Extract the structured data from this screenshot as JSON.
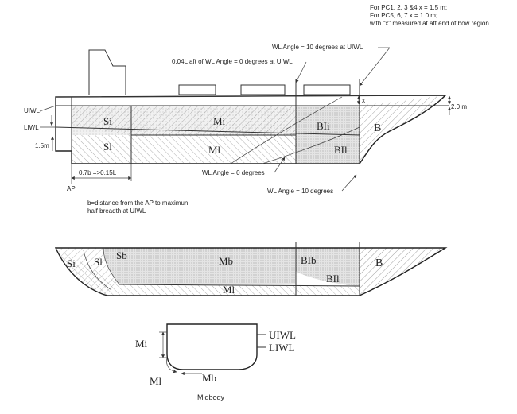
{
  "top_notes": {
    "line1": "For PC1, 2, 3 &4   x = 1.5 m;",
    "line2": "For PC5, 6, 7   x = 1.0 m;",
    "line3": "with \"x\" measured at aft end of bow region"
  },
  "profile": {
    "wl_angle_10_uiwl": "WL Angle = 10 degrees at UIWL",
    "aft_of_wl0": "0.04L aft of WL Angle = 0 degrees at UIWL",
    "uiwl": "UIWL",
    "liwl": "LIWL",
    "dim_1_5m": "1.5m",
    "dim_2m": "2.0 m",
    "x": "x",
    "ap": "AP",
    "dim_07b": "0.7b =>0.15L",
    "b_def_1": "b=distance from the AP to maximun",
    "b_def_2": "half breadth at UIWL",
    "wl_angle_0": "WL Angle = 0 degrees",
    "wl_angle_10": "WL Angle = 10 degrees",
    "regions": {
      "si": "Si",
      "sl": "Sl",
      "mi": "Mi",
      "ml": "Ml",
      "bli": "BIi",
      "bll": "BIl",
      "b": "B"
    }
  },
  "plan": {
    "regions": {
      "si": "Si",
      "sl": "Sl",
      "sb": "Sb",
      "mb": "Mb",
      "blb": "BIb",
      "bll": "BIl",
      "b": "B",
      "ml": "Ml"
    }
  },
  "section": {
    "mi": "Mi",
    "ml": "Ml",
    "mb": "Mb",
    "uiwl": "UIWL",
    "liwl": "LIWL",
    "caption": "Midbody"
  }
}
